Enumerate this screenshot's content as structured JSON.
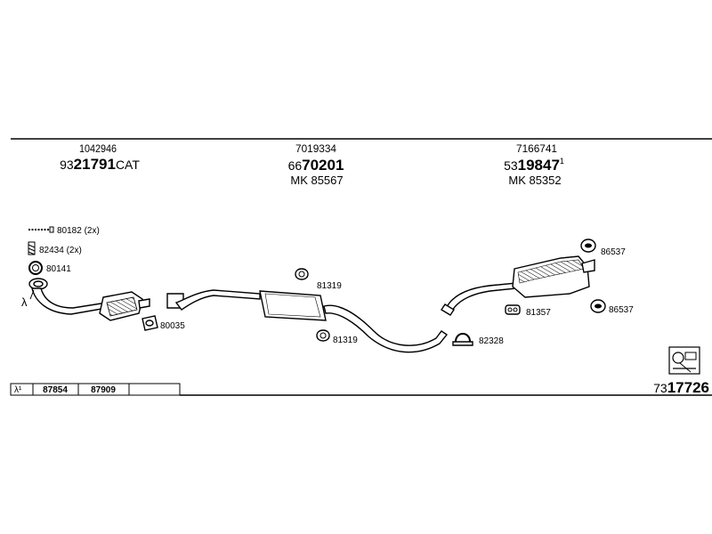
{
  "header": {
    "col1": {
      "top": "1042946",
      "prefix": "93",
      "main": "21791",
      "suffix": "CAT"
    },
    "col2": {
      "top": "7019334",
      "prefix": "66",
      "main": "70201",
      "mk": "MK  85567"
    },
    "col3": {
      "top": "7166741",
      "prefix": "53",
      "main": "19847",
      "sup": "1",
      "mk": "MK  85352"
    }
  },
  "callouts": {
    "bolt": "80182 (2x)",
    "spring": "82434 (2x)",
    "ring": "80141",
    "gasket": "80035",
    "hanger_top": "81319",
    "hanger_bottom": "81319",
    "clamp": "82328",
    "rear_top": "86537",
    "rear_mid": "81357",
    "rear_bottom": "86537"
  },
  "lambda_symbol": "λ",
  "footer": {
    "table": {
      "c1": "λ¹",
      "c2": "87854",
      "c3": "87909",
      "c4": ""
    },
    "ref_prefix": "73",
    "ref_main": "17726"
  }
}
